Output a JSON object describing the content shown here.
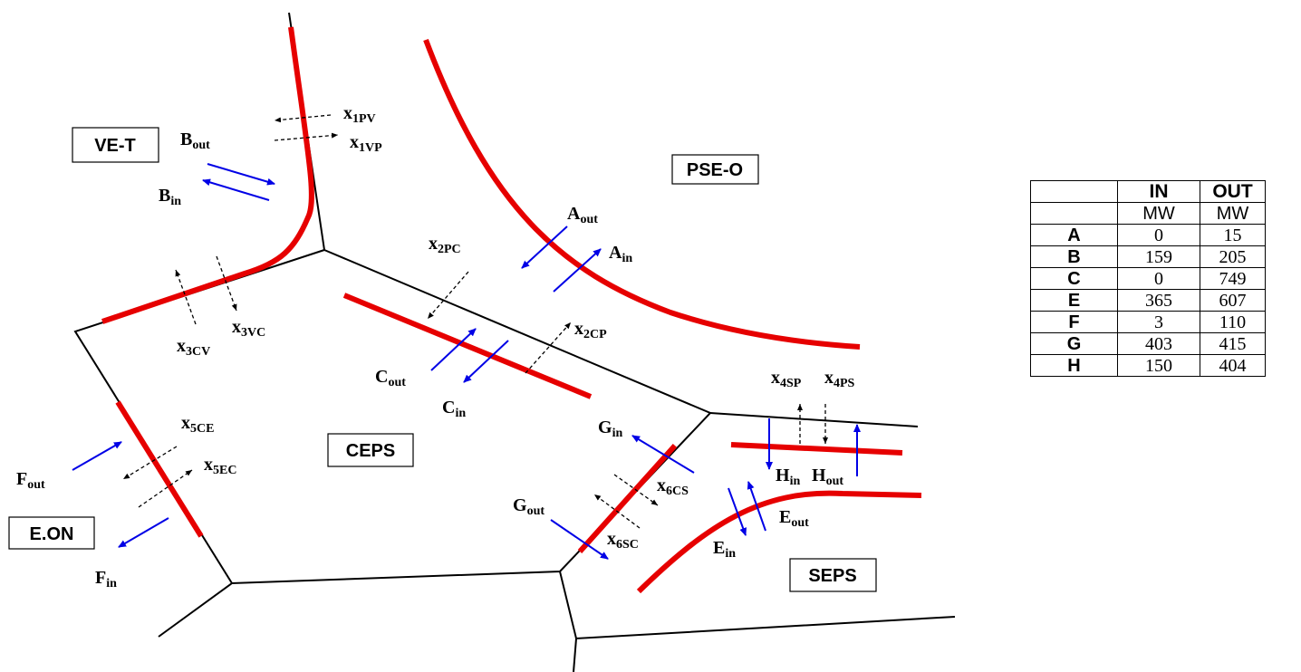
{
  "areas": {
    "vet": "VE-T",
    "pseo": "PSE-O",
    "ceps": "CEPS",
    "eon": "E.ON",
    "seps": "SEPS"
  },
  "flows": {
    "a_out": {
      "main": "A",
      "sub": "out"
    },
    "a_in": {
      "main": "A",
      "sub": "in"
    },
    "b_out": {
      "main": "B",
      "sub": "out"
    },
    "b_in": {
      "main": "B",
      "sub": "in"
    },
    "c_out": {
      "main": "C",
      "sub": "out"
    },
    "c_in": {
      "main": "C",
      "sub": "in"
    },
    "e_out": {
      "main": "E",
      "sub": "out"
    },
    "e_in": {
      "main": "E",
      "sub": "in"
    },
    "f_out": {
      "main": "F",
      "sub": "out"
    },
    "f_in": {
      "main": "F",
      "sub": "in"
    },
    "g_out": {
      "main": "G",
      "sub": "out"
    },
    "g_in": {
      "main": "G",
      "sub": "in"
    },
    "h_out": {
      "main": "H",
      "sub": "out"
    },
    "h_in": {
      "main": "H",
      "sub": "in"
    }
  },
  "variables": {
    "x1pv": {
      "main": "x",
      "sub": "1PV"
    },
    "x1vp": {
      "main": "x",
      "sub": "1VP"
    },
    "x2pc": {
      "main": "x",
      "sub": "2PC"
    },
    "x2cp": {
      "main": "x",
      "sub": "2CP"
    },
    "x3vc": {
      "main": "x",
      "sub": "3VC"
    },
    "x3cv": {
      "main": "x",
      "sub": "3CV"
    },
    "x4sp": {
      "main": "x",
      "sub": "4SP"
    },
    "x4ps": {
      "main": "x",
      "sub": "4PS"
    },
    "x5ce": {
      "main": "x",
      "sub": "5CE"
    },
    "x5ec": {
      "main": "x",
      "sub": "5EC"
    },
    "x6cs": {
      "main": "x",
      "sub": "6CS"
    },
    "x6sc": {
      "main": "x",
      "sub": "6SC"
    }
  },
  "table": {
    "headers": [
      "",
      "IN",
      "OUT"
    ],
    "units": [
      "",
      "MW",
      "MW"
    ],
    "rows": [
      {
        "key": "A",
        "in": "0",
        "out": "15"
      },
      {
        "key": "B",
        "in": "159",
        "out": "205"
      },
      {
        "key": "C",
        "in": "0",
        "out": "749"
      },
      {
        "key": "E",
        "in": "365",
        "out": "607"
      },
      {
        "key": "F",
        "in": "3",
        "out": "110"
      },
      {
        "key": "G",
        "in": "403",
        "out": "415"
      },
      {
        "key": "H",
        "in": "150",
        "out": "404"
      }
    ]
  },
  "colors": {
    "border_line": "#000000",
    "cut_line": "#e60000",
    "flow_arrow": "#0000e6",
    "variable_arrow": "#000000"
  }
}
